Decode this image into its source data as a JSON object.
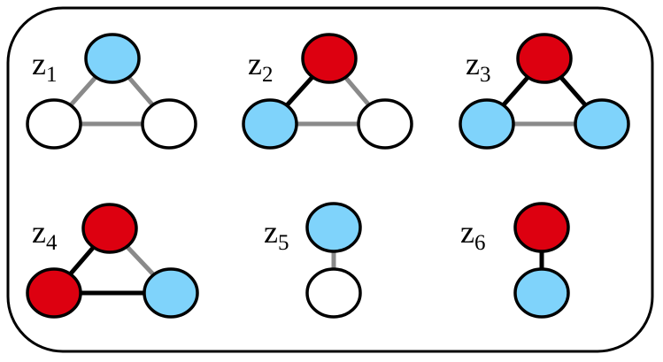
{
  "colors": {
    "frame": "#000000",
    "node_stroke": "#000000",
    "blue": "#7fd3fb",
    "red": "#dd0010",
    "white": "#ffffff",
    "edge_gray": "#8a8a8a",
    "edge_black": "#000000"
  },
  "graphs": [
    {
      "id": "z1",
      "label": {
        "main": "z",
        "sub": "1"
      },
      "nodes": [
        "blue",
        "white",
        "white"
      ],
      "edges": [
        {
          "from": 0,
          "to": 1,
          "color": "gray"
        },
        {
          "from": 0,
          "to": 2,
          "color": "gray"
        },
        {
          "from": 1,
          "to": 2,
          "color": "gray"
        }
      ]
    },
    {
      "id": "z2",
      "label": {
        "main": "z",
        "sub": "2"
      },
      "nodes": [
        "red",
        "blue",
        "white"
      ],
      "edges": [
        {
          "from": 0,
          "to": 1,
          "color": "black"
        },
        {
          "from": 0,
          "to": 2,
          "color": "gray"
        },
        {
          "from": 1,
          "to": 2,
          "color": "gray"
        }
      ]
    },
    {
      "id": "z3",
      "label": {
        "main": "z",
        "sub": "3"
      },
      "nodes": [
        "red",
        "blue",
        "blue"
      ],
      "edges": [
        {
          "from": 0,
          "to": 1,
          "color": "black"
        },
        {
          "from": 0,
          "to": 2,
          "color": "black"
        },
        {
          "from": 1,
          "to": 2,
          "color": "gray"
        }
      ]
    },
    {
      "id": "z4",
      "label": {
        "main": "z",
        "sub": "4"
      },
      "nodes": [
        "red",
        "red",
        "blue"
      ],
      "edges": [
        {
          "from": 0,
          "to": 1,
          "color": "black"
        },
        {
          "from": 0,
          "to": 2,
          "color": "gray"
        },
        {
          "from": 1,
          "to": 2,
          "color": "black"
        }
      ]
    },
    {
      "id": "z5",
      "label": {
        "main": "z",
        "sub": "5"
      },
      "nodes": [
        "blue",
        "white"
      ],
      "edges": [
        {
          "from": 0,
          "to": 1,
          "color": "gray"
        }
      ]
    },
    {
      "id": "z6",
      "label": {
        "main": "z",
        "sub": "6"
      },
      "nodes": [
        "red",
        "blue"
      ],
      "edges": [
        {
          "from": 0,
          "to": 1,
          "color": "black"
        }
      ]
    }
  ]
}
